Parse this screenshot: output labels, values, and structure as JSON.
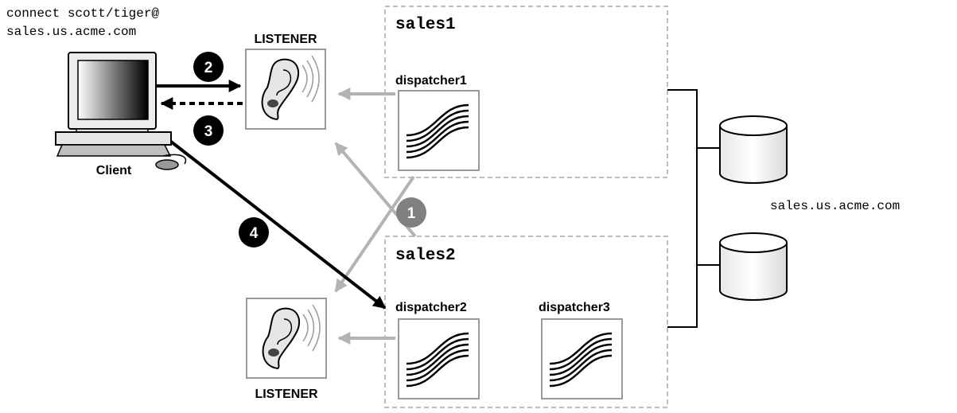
{
  "connect_line1": "connect scott/tiger@",
  "connect_line2": "sales.us.acme.com",
  "listener_top_label": "LISTENER",
  "listener_bottom_label": "LISTENER",
  "client_label": "Client",
  "instance1_name": "sales1",
  "instance2_name": "sales2",
  "dispatcher1_label": "dispatcher1",
  "dispatcher2_label": "dispatcher2",
  "dispatcher3_label": "dispatcher3",
  "database_label": "sales.us.acme.com",
  "steps": [
    "1",
    "2",
    "3",
    "4"
  ],
  "colors": {
    "step_dark": "#000000",
    "step_gray": "#808080",
    "registration_arrow": "#b3b3b3",
    "box_border": "#999999",
    "dashed_border": "#bdbdbd"
  }
}
